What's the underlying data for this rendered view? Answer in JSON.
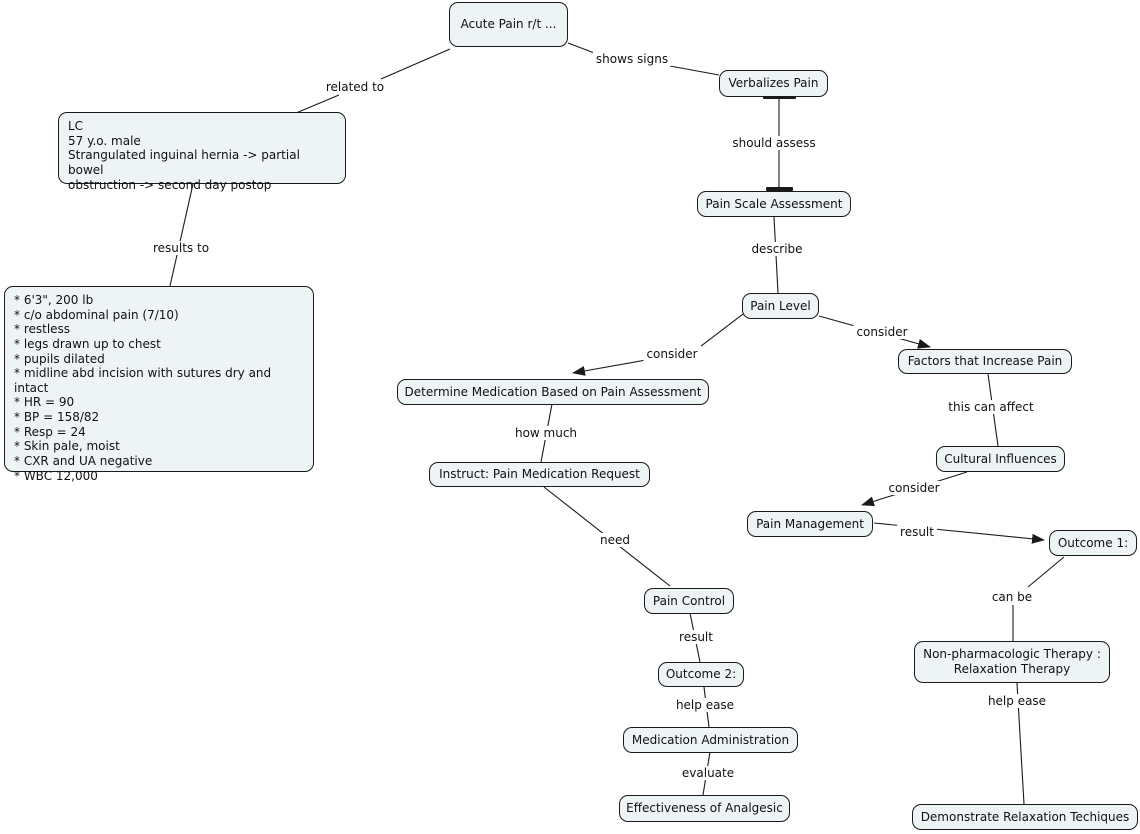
{
  "colors": {
    "node_fill": "#eef3f6",
    "node_border": "#1a1a1a",
    "line": "#1a1a1a",
    "background": "#ffffff"
  },
  "nodes": {
    "acute_pain": "Acute Pain r/t ...",
    "verbalizes_pain": "Verbalizes Pain",
    "patient_info": "LC\n57 y.o. male\nStrangulated inguinal hernia -> partial bowel\nobstruction -> second day postop",
    "assessment_data": "* 6'3\", 200 lb\n* c/o abdominal pain (7/10)\n* restless\n* legs drawn up to chest\n* pupils dilated\n* midline abd incision with sutures dry and intact\n* HR = 90\n* BP = 158/82\n* Resp = 24\n* Skin pale, moist\n* CXR and UA negative\n* WBC 12,000",
    "pain_scale_assessment": "Pain Scale Assessment",
    "pain_level": "Pain Level",
    "determine_medication": "Determine Medication Based on Pain Assessment",
    "instruct_request": "Instruct: Pain Medication Request",
    "factors_increase": "Factors that Increase Pain",
    "cultural_influences": "Cultural Influences",
    "pain_management": "Pain Management",
    "outcome_1": "Outcome 1:",
    "pain_control": "Pain Control",
    "outcome_2": "Outcome 2:",
    "medication_administration": "Medication Administration",
    "effectiveness": "Effectiveness of Analgesic",
    "non_pharmacologic": "Non-pharmacologic Therapy :\nRelaxation Therapy",
    "demonstrate_relaxation": "Demonstrate Relaxation Techiques"
  },
  "links": {
    "related_to": "related to",
    "shows_signs": "shows signs",
    "should_assess": "should assess",
    "results_to": "results to",
    "describe": "describe",
    "consider_medication": "consider",
    "consider_factors": "consider",
    "this_can_affect": "this can affect",
    "consider_management": "consider",
    "result_outcome1": "result",
    "how_much": "how much",
    "need": "need",
    "result_outcome2": "result",
    "help_ease_medication": "help ease",
    "evaluate": "evaluate",
    "can_be": "can be",
    "help_ease_relaxation": "help ease"
  }
}
